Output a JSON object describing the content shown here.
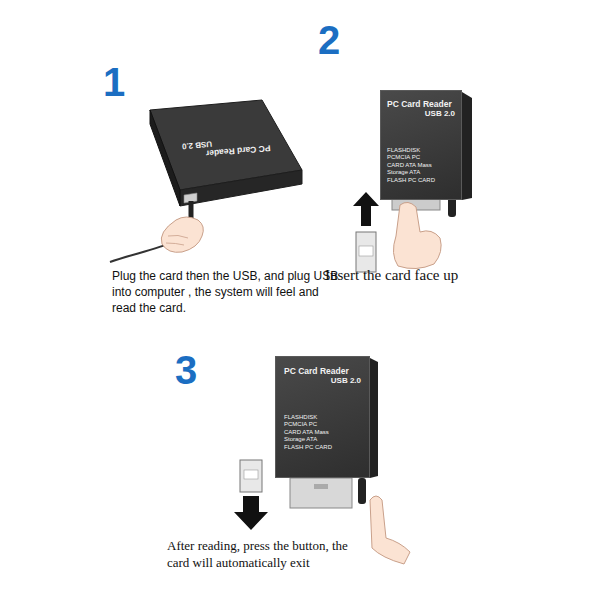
{
  "diagram": {
    "nodes": [
      {
        "text": [
          "PC Card Reader",
          "USB 2.0"
        ]
      },
      {
        "text": [
          "PC Card Reader",
          "USB 2.0",
          "FLASHDISK PCMCIA PC CARD ATA Mass Storage ATA FLASH PC CARD"
        ]
      },
      {
        "text": [
          "PC Card Reader",
          "USB 2.0",
          "FLASHDISK PCMCIA PC CARD ATA Mass Storage ATA FLASH PC CARD"
        ]
      }
    ],
    "labels": [
      "1",
      "Plug the card then the USB, and plug USB into computer , the system will feel and read the card.",
      "2",
      "Insert the card face up",
      "3",
      "After reading, press the button, the card will automatically exit"
    ]
  }
}
